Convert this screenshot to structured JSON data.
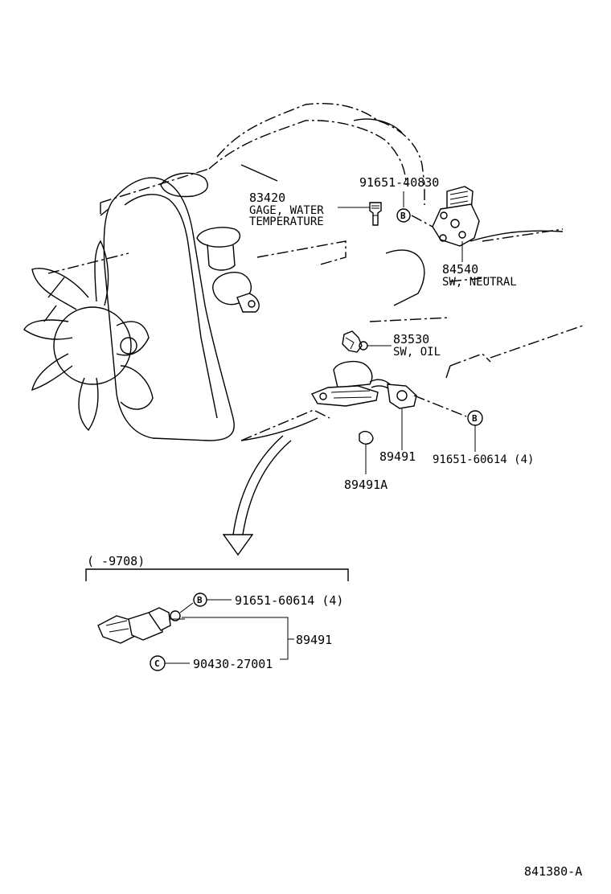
{
  "callouts": {
    "gage_water_number": "83420",
    "gage_water_name_1": "GAGE, WATER",
    "gage_water_name_2": "TEMPERATURE",
    "bolt_top": "91651-40830",
    "neutral_number": "84540",
    "neutral_name": "SW, NEUTRAL",
    "oil_number": "83530",
    "oil_name": "SW, OIL",
    "sensor_number": "89491",
    "bolt_mid": "91651-60614 (4)",
    "clip_number": "89491A"
  },
  "inset": {
    "range": "(      -9708)",
    "bolt": "91651-60614 (4)",
    "sensor_number": "89491",
    "washer": "90430-27001"
  },
  "circle_markers": {
    "b": "B",
    "c": "C"
  },
  "drawing_number": "841380-A"
}
